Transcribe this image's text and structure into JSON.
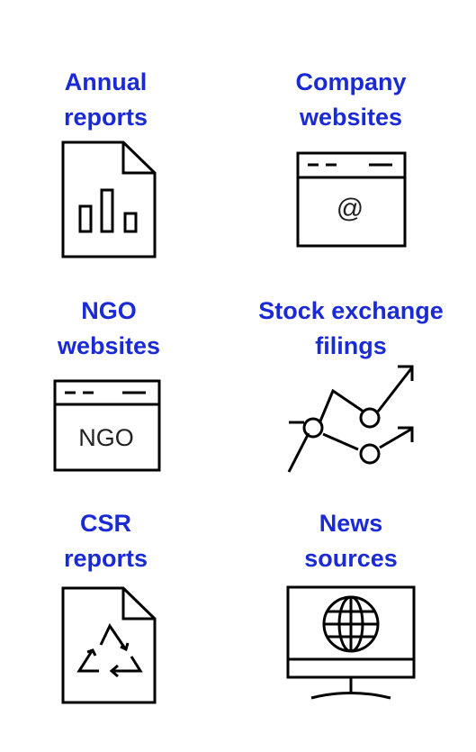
{
  "colors": {
    "label": "#1a2bd6",
    "icon": "#000000",
    "background": "#ffffff"
  },
  "items": [
    {
      "line1": "Annual",
      "line2": "reports",
      "icon": "bar-chart-document-icon"
    },
    {
      "line1": "Company",
      "line2": "websites",
      "icon": "browser-at-icon",
      "icon_text": "@"
    },
    {
      "line1": "NGO",
      "line2": "websites",
      "icon": "browser-ngo-icon",
      "icon_text": "NGO"
    },
    {
      "line1": "Stock exchange",
      "line2": "filings",
      "icon": "trend-arrows-icon"
    },
    {
      "line1": "CSR",
      "line2": "reports",
      "icon": "recycle-document-icon"
    },
    {
      "line1": "News",
      "line2": "sources",
      "icon": "globe-monitor-icon"
    }
  ]
}
